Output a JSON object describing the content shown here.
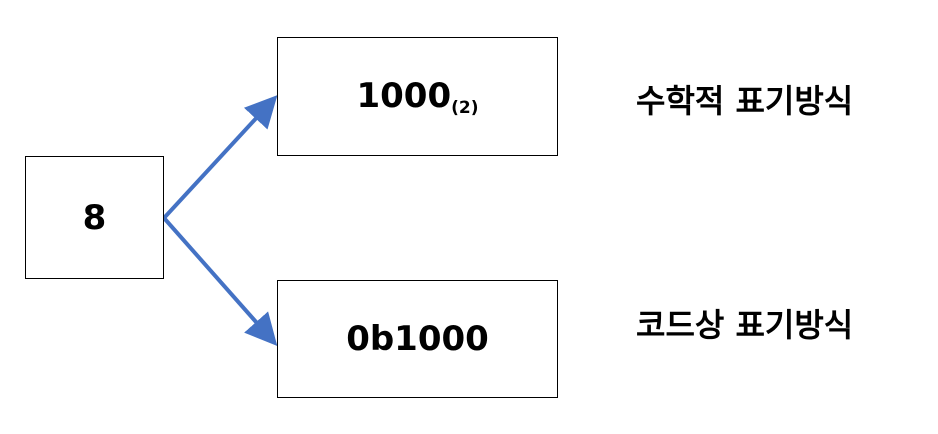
{
  "source": {
    "value": "8"
  },
  "math_notation": {
    "value": "1000",
    "subscript": "(2)",
    "label": "수학적 표기방식"
  },
  "code_notation": {
    "value": "0b1000",
    "label": "코드상 표기방식"
  },
  "colors": {
    "arrow": "#4472C4",
    "box_border": "#000000",
    "text": "#000000"
  }
}
